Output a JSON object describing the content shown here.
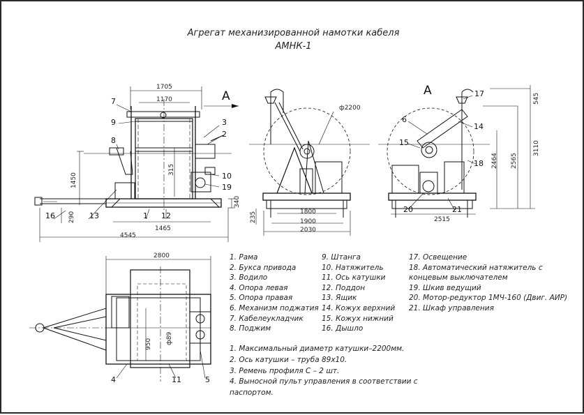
{
  "title": {
    "line1": "Агрегат механизированной намотки кабеля",
    "line2": "АМНК-1"
  },
  "view_label": "А",
  "dimensions": {
    "front": [
      "1705",
      "1170",
      "1450",
      "315",
      "290",
      "340",
      "1465",
      "4545"
    ],
    "side": [
      "ф2200",
      "1800",
      "1900",
      "2030",
      "235"
    ],
    "end": [
      "545",
      "2464",
      "2565",
      "3110",
      "2515"
    ],
    "plan": [
      "2800",
      "950",
      "ф89"
    ]
  },
  "callouts": {
    "front": [
      "7",
      "9",
      "8",
      "3",
      "2",
      "10",
      "19",
      "16",
      "13",
      "1",
      "12"
    ],
    "end": [
      "17",
      "6",
      "14",
      "15",
      "18",
      "20",
      "21"
    ],
    "plan": [
      "4",
      "11",
      "5"
    ]
  },
  "legend": {
    "col1": [
      "1. Рама",
      "2. Букса привода",
      "3. Водило",
      "4. Опора левая",
      "5. Опора правая",
      "6. Механизм поджатия",
      "7. Кабелеукладчик",
      "8. Поджим"
    ],
    "col2": [
      "9. Штанга",
      "10. Натяжитель",
      "11. Ось катушки",
      "12. Поддон",
      "13. Ящик",
      "14. Кожух верхний",
      "15. Кожух нижний",
      "16. Дышло"
    ],
    "col3": [
      "17. Освещение",
      "18. Автоматический натяжитель с",
      "концевым выключателем",
      "19. Шкив ведущий",
      "20. Мотор-редуктор 1МЧ-160 (Двиг. АИР)",
      "21. Шкаф управления"
    ]
  },
  "notes": [
    "1. Максимальный диаметр катушки–2200мм.",
    "2. Ось катушки – труба 89х10.",
    "3. Ремень профиля С – 2 шт.",
    "4. Выносной пульт управления в соответствии с",
    "паспортом."
  ]
}
